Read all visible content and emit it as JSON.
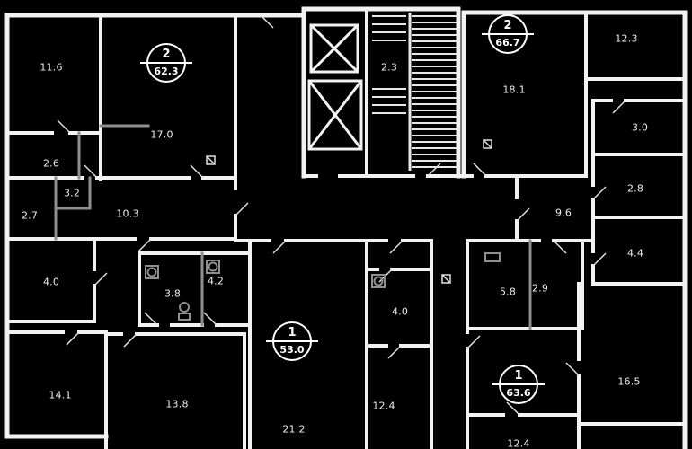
{
  "plan": {
    "apartments": [
      {
        "rooms": "2",
        "area": "62.3"
      },
      {
        "rooms": "1",
        "area": "53.0"
      },
      {
        "rooms": "2",
        "area": "66.7"
      },
      {
        "rooms": "1",
        "area": "63.6"
      }
    ],
    "rooms": [
      {
        "area": "11.6"
      },
      {
        "area": "2.6"
      },
      {
        "area": "3.2"
      },
      {
        "area": "2.7"
      },
      {
        "area": "10.3"
      },
      {
        "area": "17.0"
      },
      {
        "area": "4.0"
      },
      {
        "area": "3.8"
      },
      {
        "area": "4.2"
      },
      {
        "area": "14.1"
      },
      {
        "area": "13.8"
      },
      {
        "area": "21.2"
      },
      {
        "area": "12.4"
      },
      {
        "area": "4.0"
      },
      {
        "area": "5.8"
      },
      {
        "area": "2.9"
      },
      {
        "area": "9.6"
      },
      {
        "area": "18.1"
      },
      {
        "area": "12.3"
      },
      {
        "area": "3.0"
      },
      {
        "area": "2.8"
      },
      {
        "area": "4.4"
      },
      {
        "area": "16.5"
      },
      {
        "area": "12.4"
      },
      {
        "area": "2.3"
      }
    ],
    "icons": {
      "elevator": "x-crossed-box",
      "stairs": "hatched-treads",
      "door": "diagonal-swing-line",
      "washer": "square-with-circle",
      "vent": "square-with-diagonal"
    },
    "colors": {
      "background": "#000000",
      "walls": "#f2f2f2",
      "partitions": "#8f8f8f",
      "text": "#ececec"
    }
  }
}
